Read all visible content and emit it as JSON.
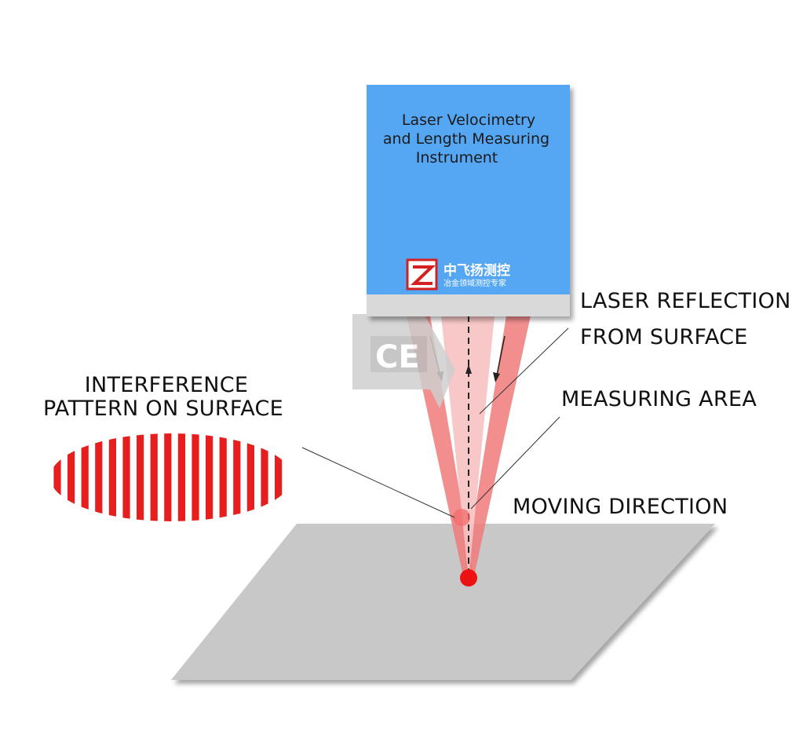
{
  "instrument": {
    "title_lines": [
      "Laser Velocimetry",
      "and Length Measuring",
      "Instrument"
    ]
  },
  "logo": {
    "mark": "Z",
    "name": "中飞扬测控",
    "tagline": "冶金领域测控专家"
  },
  "watermark": {
    "text": "CE"
  },
  "labels": {
    "reflection_line1": "LASER REFLECTION",
    "reflection_line2": "FROM SURFACE",
    "interference_line1": "INTERFERENCE",
    "interference_line2": "PATTERN ON SURFACE",
    "measuring_area": "MEASURING AREA",
    "moving_direction": "MOVING DIRECTION"
  },
  "colors": {
    "instrument_body": "#55a7f3",
    "instrument_base": "#d9d9d9",
    "beam_outer": "#f07a7a",
    "beam_inner": "#f7c2c2",
    "stripes": "#e61e1e",
    "surface": "#c8c8c8",
    "spot": "#ee1111"
  },
  "interference_pattern": {
    "stripe_count": 17
  },
  "icons": {
    "arrow": "arrow-head-icon",
    "logo": "zfy-logo-icon"
  }
}
